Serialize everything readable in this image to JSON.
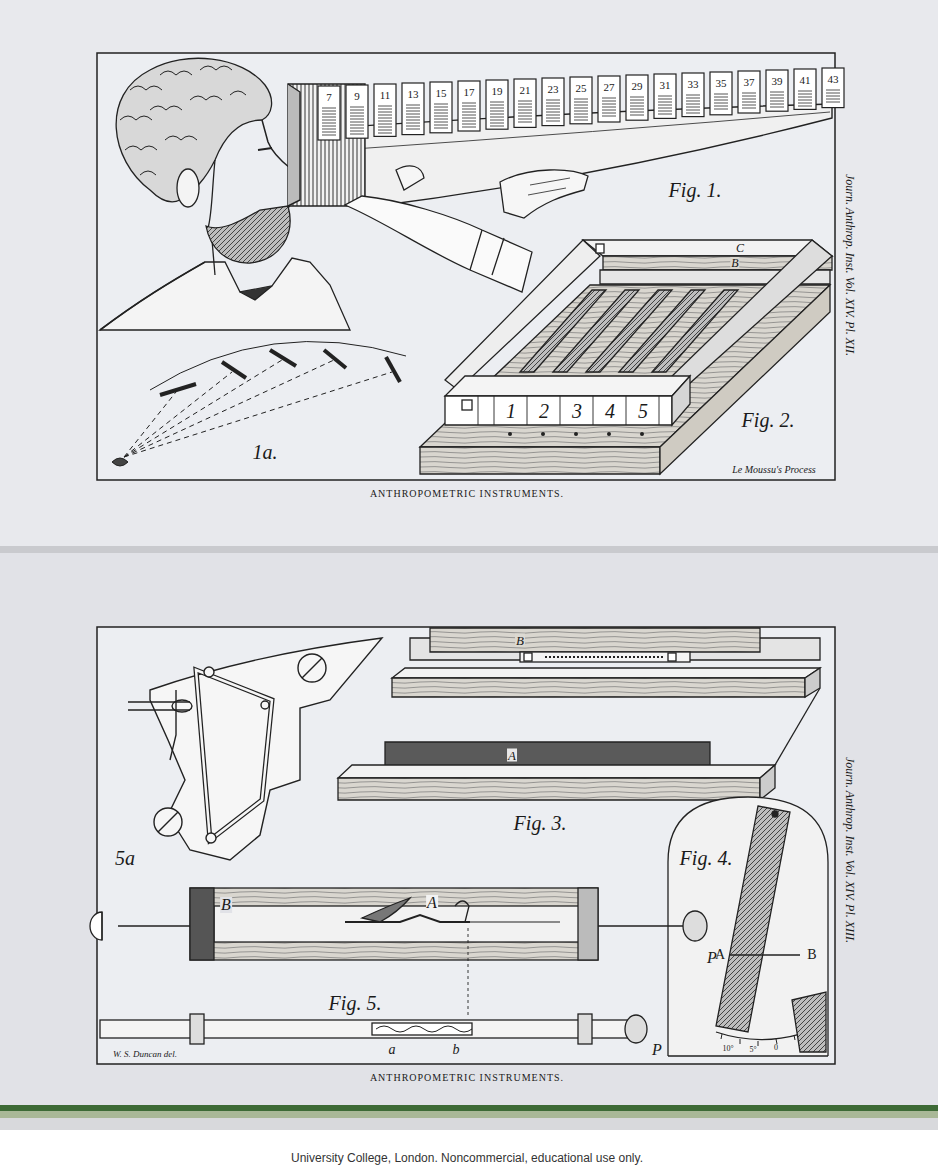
{
  "diagram": {
    "labels": [
      "7",
      "9",
      "11",
      "13",
      "15",
      "17",
      "19",
      "21",
      "23",
      "25",
      "27",
      "29",
      "31",
      "33",
      "35",
      "37",
      "39",
      "41",
      "43",
      "Fig. 1.",
      "1a.",
      "Fig. 2.",
      "C",
      "B",
      "1",
      "2",
      "3",
      "4",
      "5",
      "Le Moussu's Process",
      "Journ. Anthrop. Inst. Vol. XIV. Pl. XII.",
      "ANTHROPOMETRIC INSTRUMENTS.",
      "5a",
      "Fig. 3.",
      "B",
      "A",
      "Fig. 4.",
      "A",
      "B",
      "10°",
      "5°",
      "0",
      "Fig. 5.",
      "B",
      "A",
      "P",
      "P",
      "a",
      "b",
      "W. S. Duncan del.",
      "Journ. Anthrop. Inst. Vol. XIV. Pl. XIII.",
      "ANTHROPOMETRIC INSTRUMENTS.",
      "University College, London. Noncommercial, educational use only."
    ]
  }
}
